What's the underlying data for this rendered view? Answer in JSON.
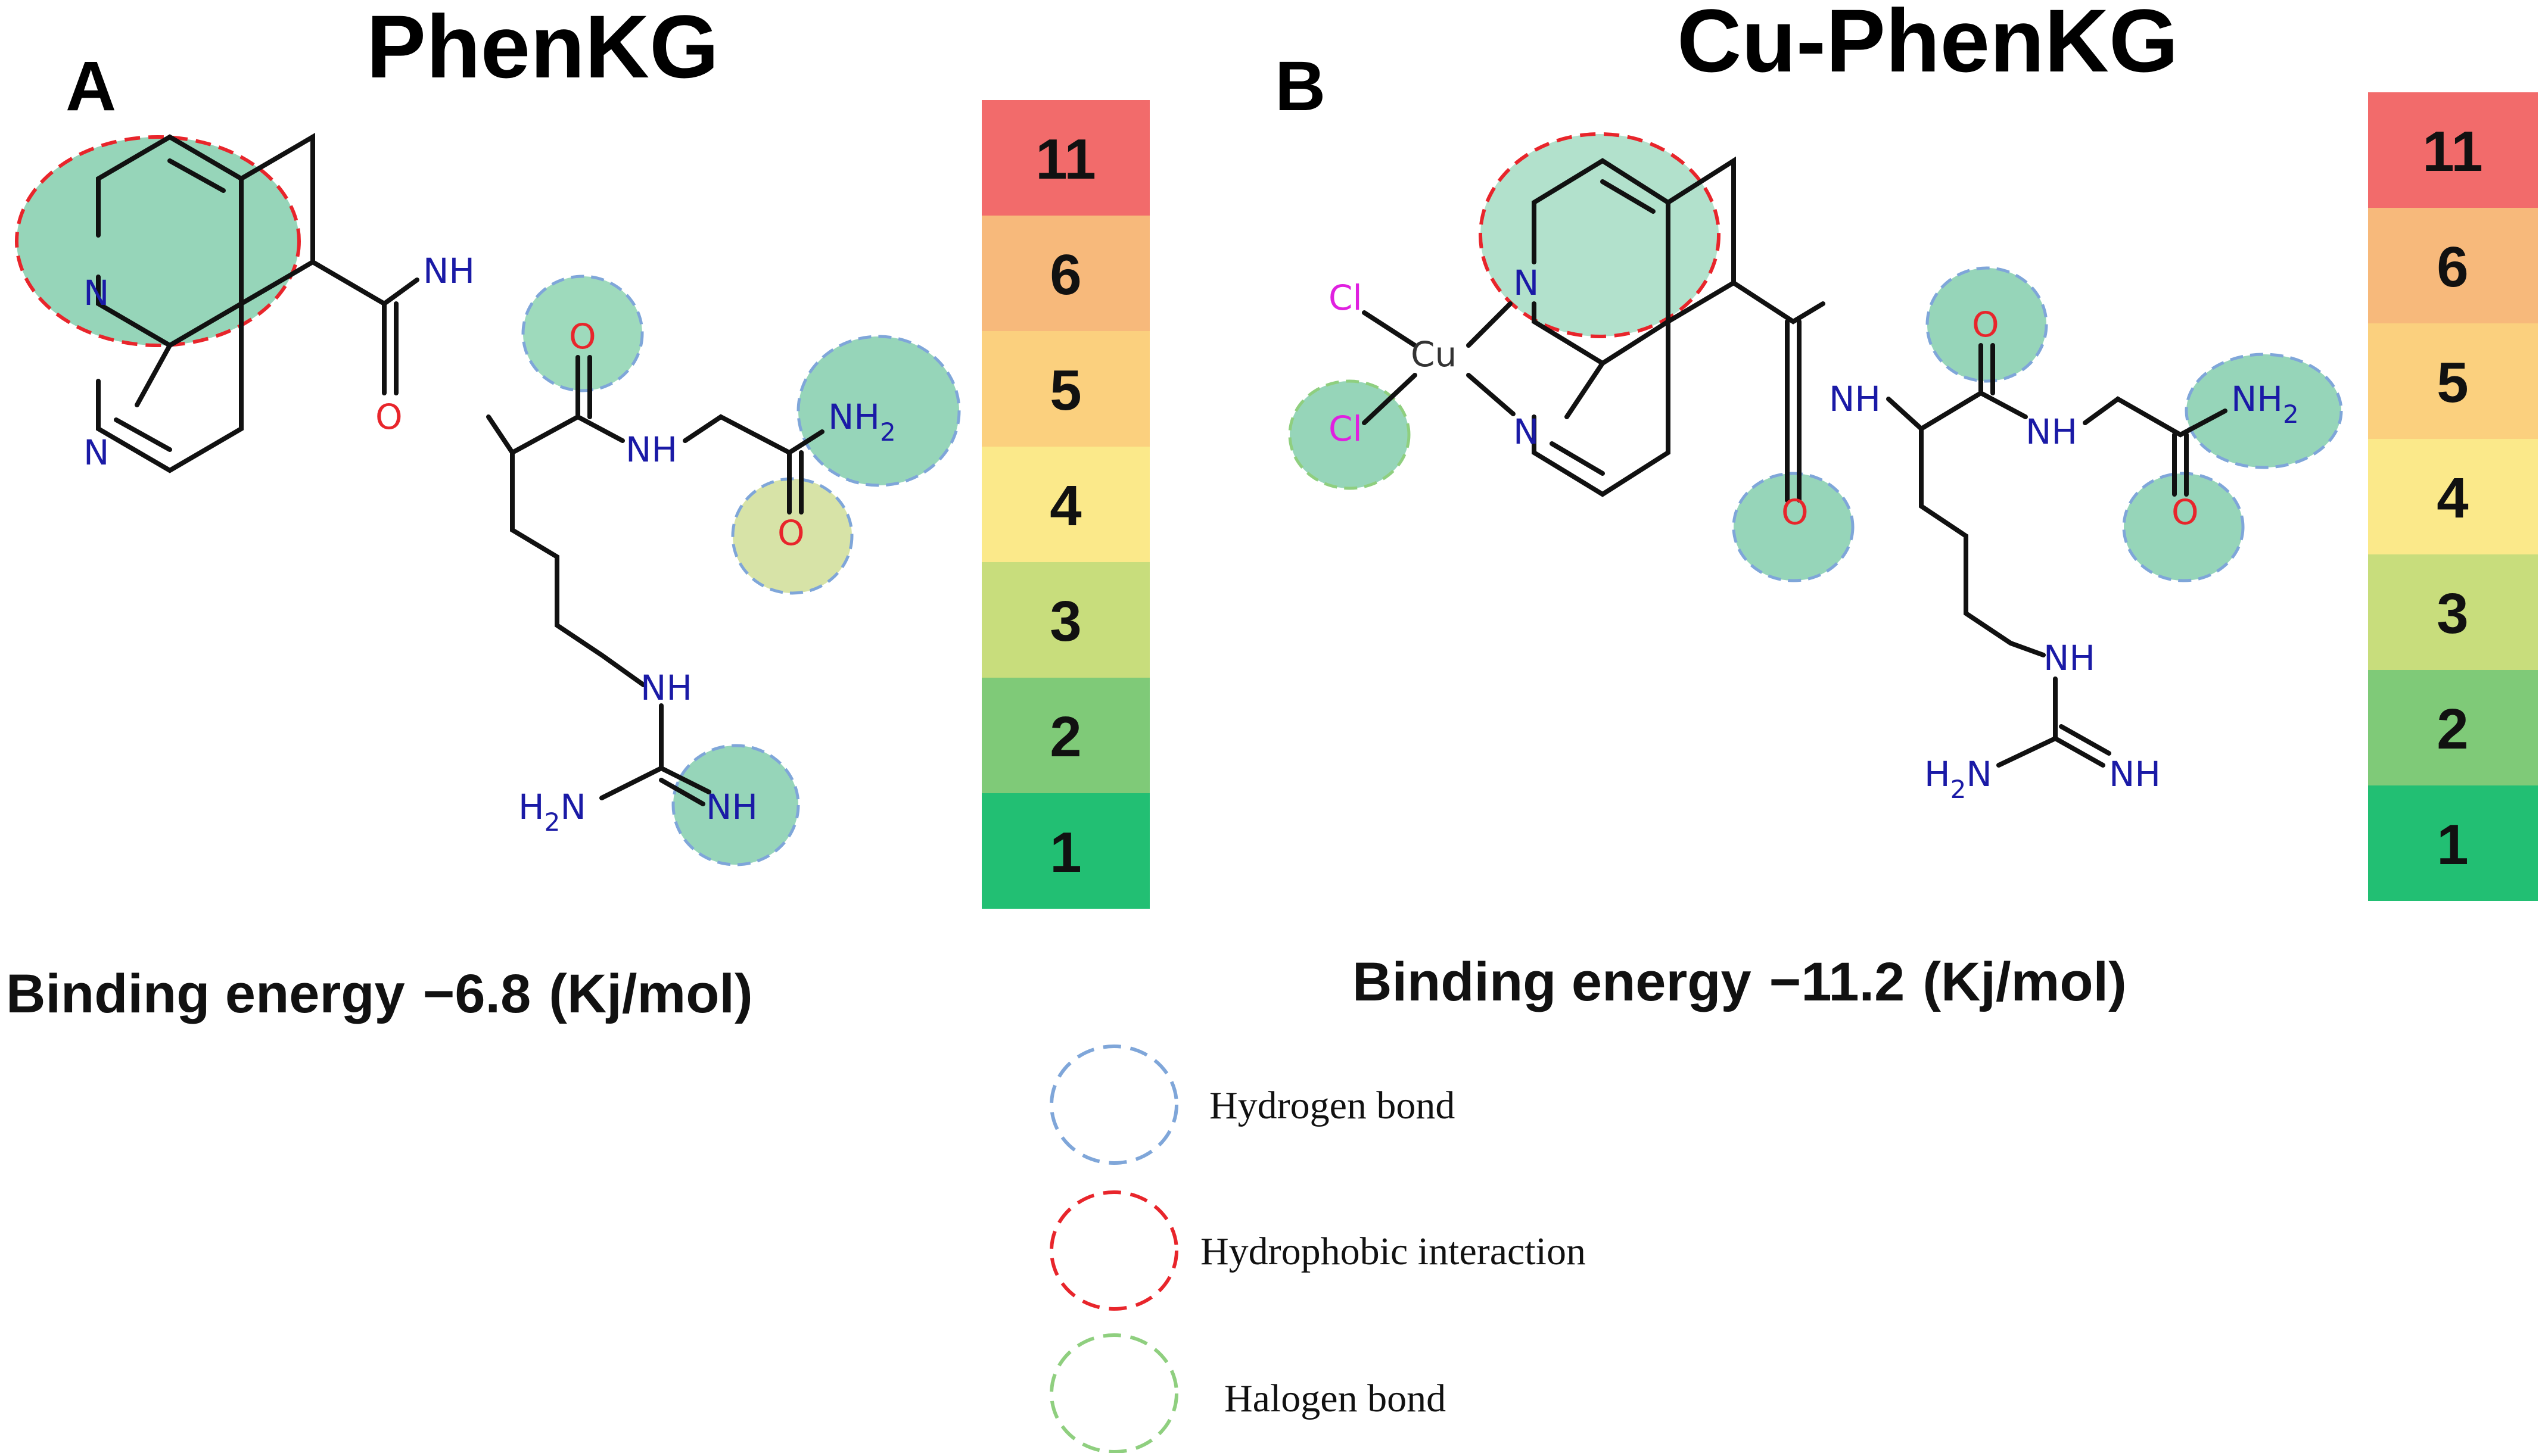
{
  "panels": [
    {
      "letter": "A",
      "title": "PhenKG",
      "binding_label": "Binding energy",
      "binding_value": "−6.8",
      "binding_unit": "(Kj/mol)"
    },
    {
      "letter": "B",
      "title": "Cu-PhenKG",
      "binding_label": "Binding energy",
      "binding_value": "−11.2",
      "binding_unit": "(Kj/mol)"
    }
  ],
  "scale": {
    "values": [
      "11",
      "6",
      "5",
      "4",
      "3",
      "2",
      "1"
    ],
    "colors": [
      "#f26b6b",
      "#f7b97b",
      "#fbd07e",
      "#fbe98a",
      "#c8dd7c",
      "#7fca78",
      "#22bf73"
    ]
  },
  "atoms": {
    "N": "N",
    "NH": "NH",
    "NH2": "NH",
    "H2N": "H",
    "O": "O",
    "Cl": "Cl",
    "Cu": "Cu",
    "sub2": "2"
  },
  "legend": [
    {
      "label": "Hydrogen bond",
      "color": "#7fa6d9"
    },
    {
      "label": "Hydrophobic interaction",
      "color": "#e8252b"
    },
    {
      "label": "Halogen bond",
      "color": "#8fcf7f"
    }
  ]
}
